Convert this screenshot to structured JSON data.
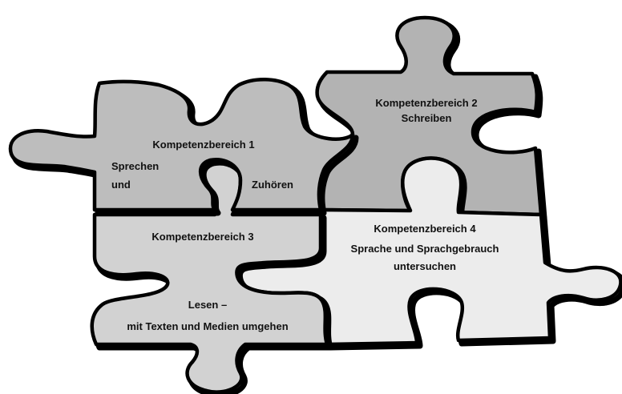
{
  "pieces": {
    "k1": {
      "title": "Kompetenzbereich 1",
      "left_line1": "Sprechen",
      "left_line2": "und",
      "right_text": "Zuhören",
      "fill": "#bdbdbd"
    },
    "k2": {
      "title": "Kompetenzbereich 2",
      "subtitle": "Schreiben",
      "fill": "#b3b3b3"
    },
    "k3": {
      "title": "Kompetenzbereich 3",
      "line1": "Lesen –",
      "line2": "mit Texten und Medien umgehen",
      "fill": "#d2d2d2"
    },
    "k4": {
      "title": "Kompetenzbereich 4",
      "line1": "Sprache und Sprachgebrauch",
      "line2": "untersuchen",
      "fill": "#ececec"
    }
  },
  "outline_color": "#000000"
}
